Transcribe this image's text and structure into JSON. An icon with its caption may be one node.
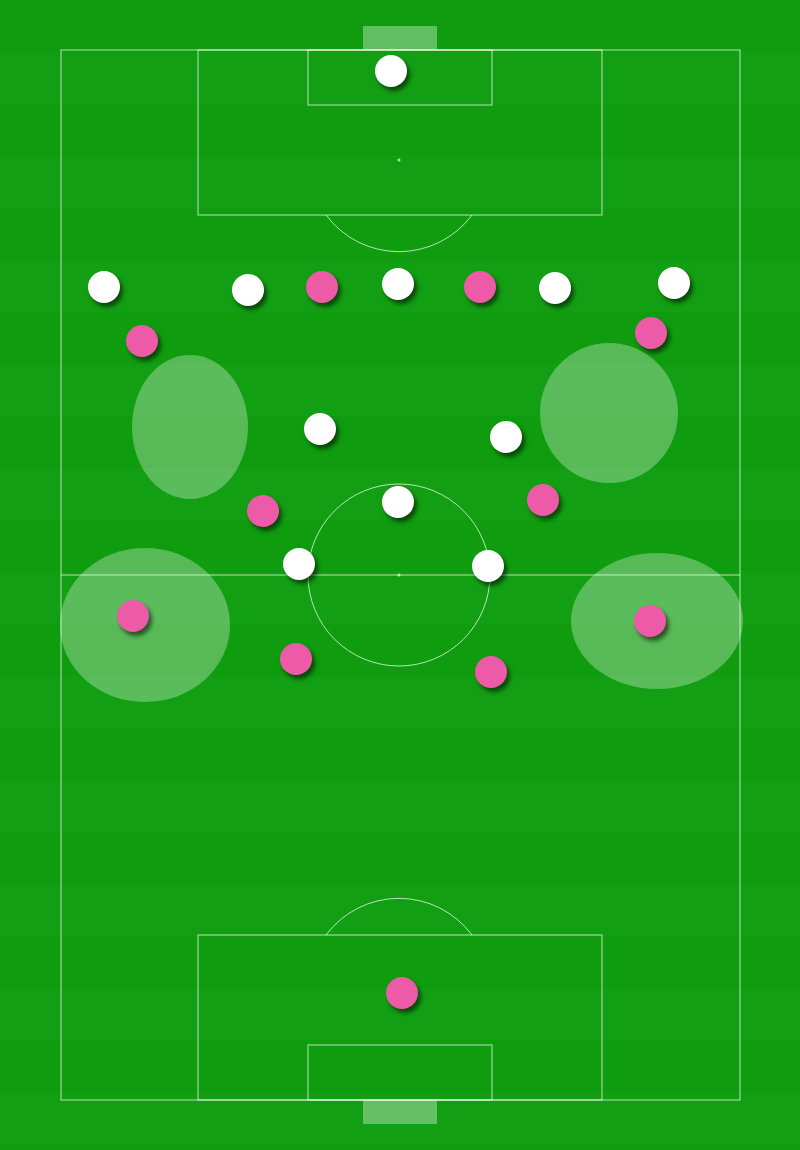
{
  "diagram": {
    "nodes": [
      {
        "text": [],
        "shape": "circle"
      },
      {
        "text": [],
        "shape": "circle"
      },
      {
        "text": [],
        "shape": "circle"
      },
      {
        "text": [],
        "shape": "circle"
      },
      {
        "text": [],
        "shape": "circle"
      },
      {
        "text": [],
        "shape": "circle"
      },
      {
        "text": [],
        "shape": "circle"
      },
      {
        "text": [],
        "shape": "circle"
      },
      {
        "text": [],
        "shape": "circle"
      },
      {
        "text": [],
        "shape": "circle"
      },
      {
        "text": [],
        "shape": "circle"
      },
      {
        "text": [],
        "shape": "circle"
      },
      {
        "text": [],
        "shape": "circle"
      },
      {
        "text": [],
        "shape": "circle"
      },
      {
        "text": [],
        "shape": "circle"
      },
      {
        "text": [],
        "shape": "circle"
      },
      {
        "text": [],
        "shape": "circle"
      },
      {
        "text": [],
        "shape": "circle"
      },
      {
        "text": [],
        "shape": "circle"
      },
      {
        "text": [],
        "shape": "circle"
      },
      {
        "text": [],
        "shape": "circle"
      },
      {
        "text": [],
        "shape": "circle"
      }
    ]
  }
}
